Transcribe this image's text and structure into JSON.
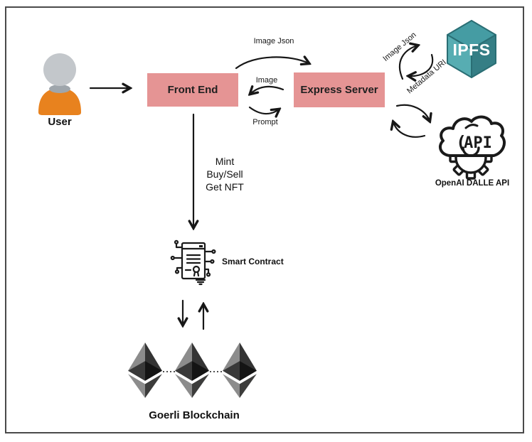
{
  "colors": {
    "box_fill": "#E59494",
    "box_text": "#202020",
    "arrow": "#171717",
    "border": "#4a4a4a",
    "user_body": "#E8821E",
    "user_head": "#C3C7CB"
  },
  "nodes": {
    "user": {
      "label": "User"
    },
    "front_end": {
      "label": "Front End"
    },
    "express_server": {
      "label": "Express Server"
    },
    "ipfs": {
      "label": "IPFS"
    },
    "openai_api": {
      "label": "OpenAI DALLE API",
      "icon_text": "API"
    },
    "smart_contract": {
      "label": "Smart Contract"
    },
    "goerli_blockchain": {
      "label": "Goerli Blockchain"
    }
  },
  "edge_labels": {
    "frontend_to_express": "Image Json",
    "express_to_frontend": "Image",
    "frontend_prompt": "Prompt",
    "express_to_ipfs": "Image Json",
    "ipfs_to_express": "Metadata URI",
    "frontend_to_contract": {
      "lines": [
        "Mint",
        "Buy/Sell",
        "Get NFT"
      ]
    }
  }
}
